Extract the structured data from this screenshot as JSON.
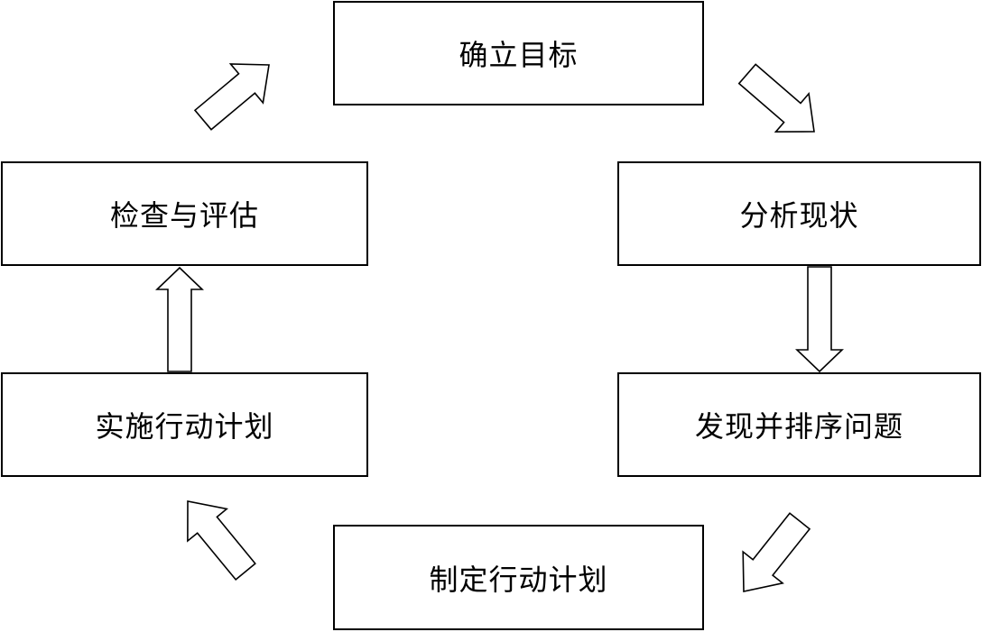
{
  "diagram": {
    "nodes": [
      {
        "id": "n1",
        "label": "确立目标"
      },
      {
        "id": "n2",
        "label": "分析现状"
      },
      {
        "id": "n3",
        "label": "发现并排序问题"
      },
      {
        "id": "n4",
        "label": "制定行动计划"
      },
      {
        "id": "n5",
        "label": "实施行动计划"
      },
      {
        "id": "n6",
        "label": "检查与评估"
      }
    ],
    "edges": [
      {
        "from": "n1",
        "to": "n2"
      },
      {
        "from": "n2",
        "to": "n3"
      },
      {
        "from": "n3",
        "to": "n4"
      },
      {
        "from": "n4",
        "to": "n5"
      },
      {
        "from": "n5",
        "to": "n6"
      },
      {
        "from": "n6",
        "to": "n1"
      }
    ],
    "colors": {
      "stroke": "#000000",
      "fill": "#ffffff",
      "text": "#000000"
    }
  }
}
